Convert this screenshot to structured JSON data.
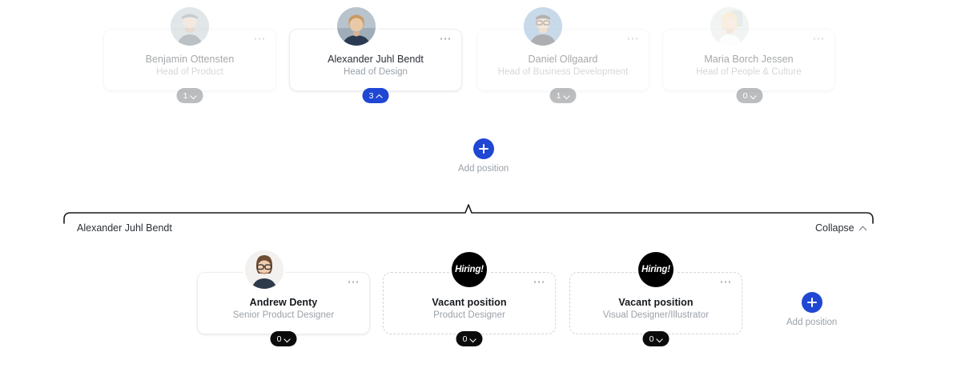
{
  "chart_type": "org-chart",
  "top_row": [
    {
      "name": "Benjamin Ottensten",
      "title": "Head of Product",
      "count": "1",
      "badge_style": "grey",
      "chevron": "down",
      "state": "dimmed",
      "menu_icon": "more-options-icon",
      "avatar": "avatar-benjamin"
    },
    {
      "name": "Alexander Juhl Bendt",
      "title": "Head of Design",
      "count": "3",
      "badge_style": "blue",
      "chevron": "up",
      "state": "active",
      "menu_icon": "more-options-icon",
      "avatar": "avatar-alexander"
    },
    {
      "name": "Daniel Ollgaard",
      "title": "Head of Business Development",
      "count": "1",
      "badge_style": "grey",
      "chevron": "down",
      "state": "dimmed",
      "menu_icon": "more-options-icon",
      "avatar": "avatar-daniel"
    },
    {
      "name": "Maria Borch Jessen",
      "title": "Head of People & Culture",
      "count": "0",
      "badge_style": "grey",
      "chevron": "down",
      "state": "dimmed",
      "menu_icon": "more-options-icon",
      "avatar": "avatar-maria"
    }
  ],
  "add_position_top": {
    "label": "Add position",
    "icon": "plus-icon"
  },
  "subtree": {
    "owner": "Alexander Juhl Bendt",
    "collapse_label": "Collapse",
    "collapse_icon": "chevron-up-icon"
  },
  "bottom_row": [
    {
      "name": "Andrew Denty",
      "title": "Senior Product Designer",
      "count": "0",
      "badge_style": "black",
      "chevron": "down",
      "vacant": false,
      "menu_icon": "more-options-icon",
      "avatar": "avatar-andrew"
    },
    {
      "name": "Vacant position",
      "title": "Product Designer",
      "count": "0",
      "badge_style": "black",
      "chevron": "down",
      "vacant": true,
      "hiring_label": "Hiring!",
      "menu_icon": "more-options-icon"
    },
    {
      "name": "Vacant position",
      "title": "Visual Designer/Illustrator",
      "count": "0",
      "badge_style": "black",
      "chevron": "down",
      "vacant": true,
      "hiring_label": "Hiring!",
      "menu_icon": "more-options-icon"
    }
  ],
  "add_position_bottom": {
    "label": "Add position",
    "icon": "plus-icon"
  },
  "colors": {
    "accent_blue": "#1f47d4",
    "badge_grey": "#5f6368",
    "badge_black": "#0b0b0c",
    "text_primary": "#2b2f36",
    "text_muted": "#9aa1a9",
    "card_border": "#eceef0",
    "vacant_border": "#d3d6da",
    "background": "#ffffff"
  }
}
